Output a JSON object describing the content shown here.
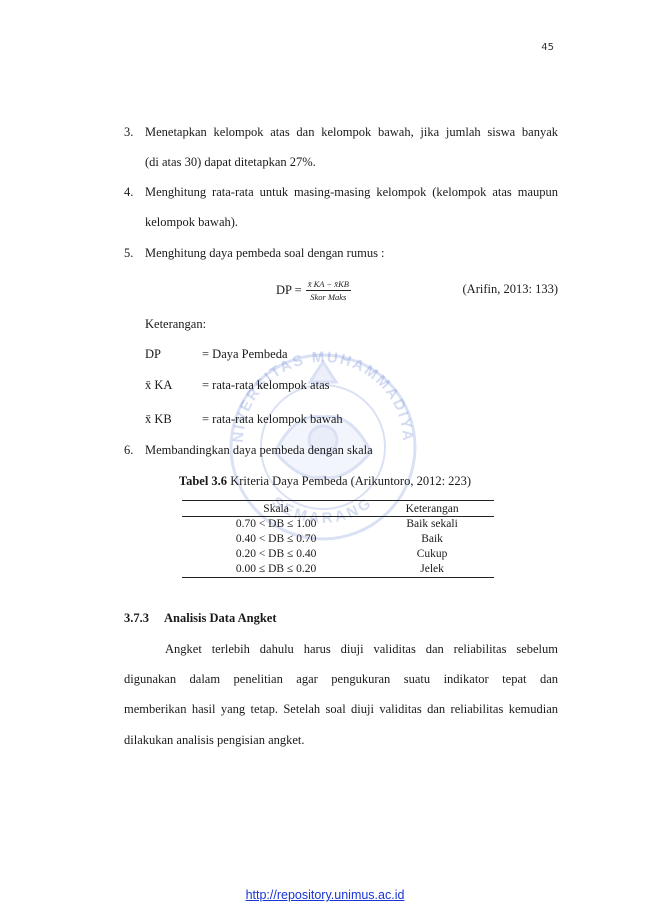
{
  "page_number": "45",
  "items": [
    {
      "num": "3.",
      "line1": "Menetapkan kelompok atas dan kelompok bawah, jika jumlah siswa banyak",
      "line2": "(di atas 30) dapat ditetapkan 27%."
    },
    {
      "num": "4.",
      "line1": "Menghitung rata-rata untuk masing-masing kelompok (kelompok atas maupun",
      "line2": "kelompok bawah)."
    },
    {
      "num": "5.",
      "line1": "Menghitung daya pembeda soal dengan rumus :"
    }
  ],
  "formula": {
    "lhs": "DP =",
    "numerator": "x̄ KA − x̄KB",
    "denominator": "Skor Maks",
    "citation": "(Arifin, 2013: 133)"
  },
  "keterangan": {
    "heading": "Keterangan:",
    "rows": [
      {
        "term": "DP",
        "def": "= Daya Pembeda"
      },
      {
        "term": "x̄ KA",
        "def": "= rata-rata kelompok atas"
      },
      {
        "term": "x̄ KB",
        "def": "= rata-rata kelompok bawah"
      }
    ]
  },
  "item6": {
    "num": "6.",
    "text": "Membandingkan daya pembeda dengan skala"
  },
  "table": {
    "caption_label": "Tabel 3.6",
    "caption_text": " Kriteria Daya Pembeda (Arikuntoro, 2012: 223)",
    "headers": [
      "Skala",
      "Keterangan"
    ],
    "rows": [
      [
        "0.70 < DB ≤ 1.00",
        "Baik sekali"
      ],
      [
        "0.40 < DB ≤ 0.70",
        "Baik"
      ],
      [
        "0.20 < DB ≤ 0.40",
        "Cukup"
      ],
      [
        "0.00 ≤ DB ≤ 0.20",
        "Jelek"
      ]
    ]
  },
  "section": {
    "number": "3.7.3",
    "title": "Analisis Data Angket"
  },
  "paragraph": {
    "lines": [
      "Angket terlebih dahulu harus diuji validitas dan reliabilitas sebelum",
      "digunakan dalam penelitian agar pengukuran suatu indikator tepat dan",
      "memberikan hasil yang tetap. Setelah soal diuji validitas dan reliabilitas kemudian",
      "dilakukan analisis pengisian angket."
    ]
  },
  "watermark": {
    "top_text": "UNIVERSITAS MUHAMMADIYAH",
    "bottom_text": "SEMARANG",
    "color": "#3b5fc4"
  },
  "footer": {
    "link_text": "http://repository.unimus.ac.id",
    "link_color": "#1a35d6"
  }
}
